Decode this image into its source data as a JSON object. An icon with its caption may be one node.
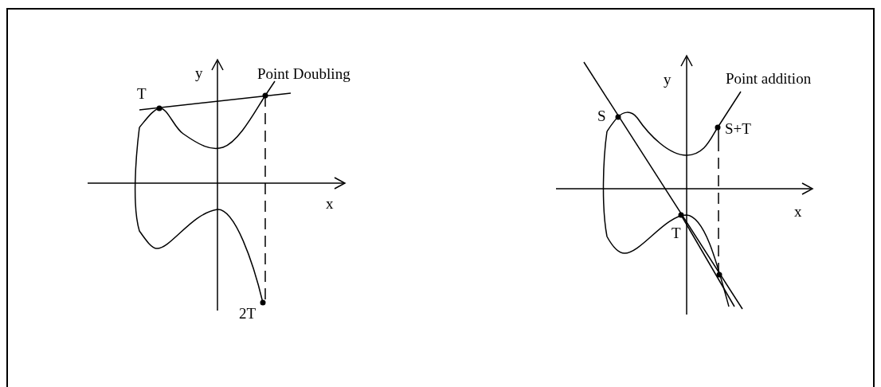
{
  "diagram": {
    "labels": [
      "y",
      "Point Doubling",
      "T",
      "x",
      "2T",
      "y",
      "Point addition",
      "S",
      "S+T",
      "x",
      "T"
    ]
  }
}
